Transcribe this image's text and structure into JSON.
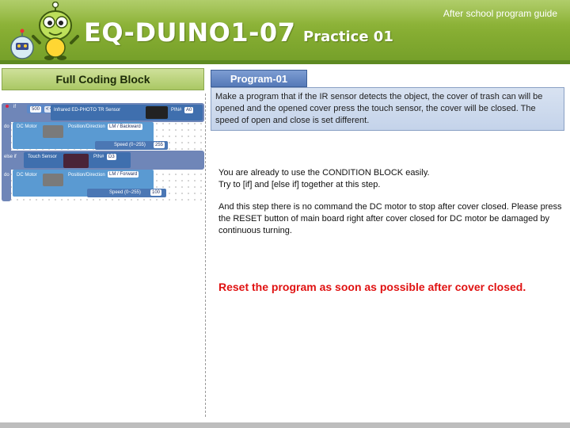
{
  "header": {
    "title": "EQ-DUINO1-07",
    "practice": "Practice 01",
    "subtitle": "After school program guide"
  },
  "left_panel": {
    "title": "Full Coding Block",
    "code_blocks": {
      "if_keyword": "if",
      "if_value": "500",
      "if_operator": "< ▾",
      "sensor_label": "Infrared ED-PHOTO TR Sensor",
      "sensor_pin_label": "PIN#",
      "sensor_pin": "A0",
      "do_keyword": "do",
      "motor1_label": "DC Motor",
      "motor1_pos_label": "Position/Direction",
      "motor1_dir": "LM / Backward",
      "motor1_speed_label": "Speed (0~255)",
      "motor1_speed": "255",
      "elseif_keyword": "else if",
      "touch_label": "Touch Sensor",
      "touch_pin_label": "PIN#",
      "touch_pin": "D3",
      "do2_keyword": "do",
      "motor2_label": "DC Motor",
      "motor2_pos_label": "Position/Direction",
      "motor2_dir": "LM / Forward",
      "motor2_speed_label": "Speed (0~255)",
      "motor2_speed": "100"
    }
  },
  "right_panel": {
    "tab_label": "Program-01",
    "description": "Make a program that if the IR sensor detects the object, the cover of trash can will be opened and the opened cover press the touch sensor, the cover will be closed. The speed of open and close is set different.",
    "paragraph1_line1": "You are already to use the CONDITION BLOCK easily.",
    "paragraph1_line2": "Try to [if] and [else if] together at this step.",
    "paragraph2": "And this step there is no command the DC motor to stop after cover closed. Please press the RESET button of main board right after cover closed for DC motor be damaged by continuous turning.",
    "warning": "Reset the program as soon as possible after cover closed."
  },
  "colors": {
    "header_green": "#86ad32",
    "block_blue": "#6f86b8",
    "tab_blue": "#5579b8",
    "warning_red": "#e01212"
  }
}
